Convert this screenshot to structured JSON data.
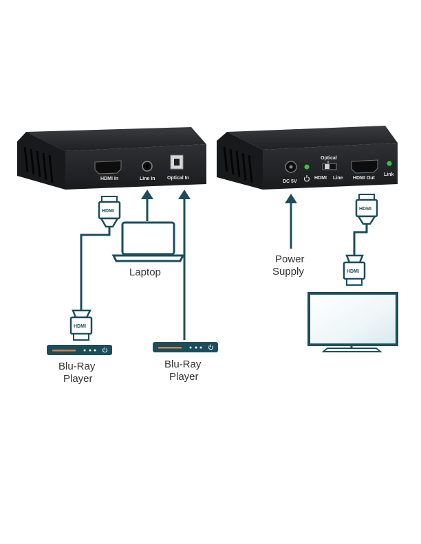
{
  "colors": {
    "teal": "#1b4d5b",
    "device_dark": "#1e1f21",
    "device_face": "#2b2c2e",
    "orange": "#e07a3c",
    "led_green": "#3fbf4a"
  },
  "transmitter": {
    "ports": {
      "hdmi_in": "HDMI In",
      "line_in": "Line In",
      "optical_in": "Optical In"
    }
  },
  "receiver": {
    "ports": {
      "dc": "DC 5V",
      "optical": "Optical",
      "hdmi_sw": "HDMI",
      "line_sw": "Line",
      "hdmi_out": "HDMI Out",
      "link": "Link"
    }
  },
  "plugs": {
    "hdmi": "HDMI"
  },
  "labels": {
    "laptop": "Laptop",
    "bluray1_line1": "Blu-Ray",
    "bluray1_line2": "Player",
    "bluray2_line1": "Blu-Ray",
    "bluray2_line2": "Player",
    "power_line1": "Power",
    "power_line2": "Supply"
  },
  "icons": [
    "power-icon",
    "hdmi-plug-icon",
    "laptop-icon",
    "tv-icon",
    "bluray-player-icon",
    "arrow-up-icon"
  ]
}
